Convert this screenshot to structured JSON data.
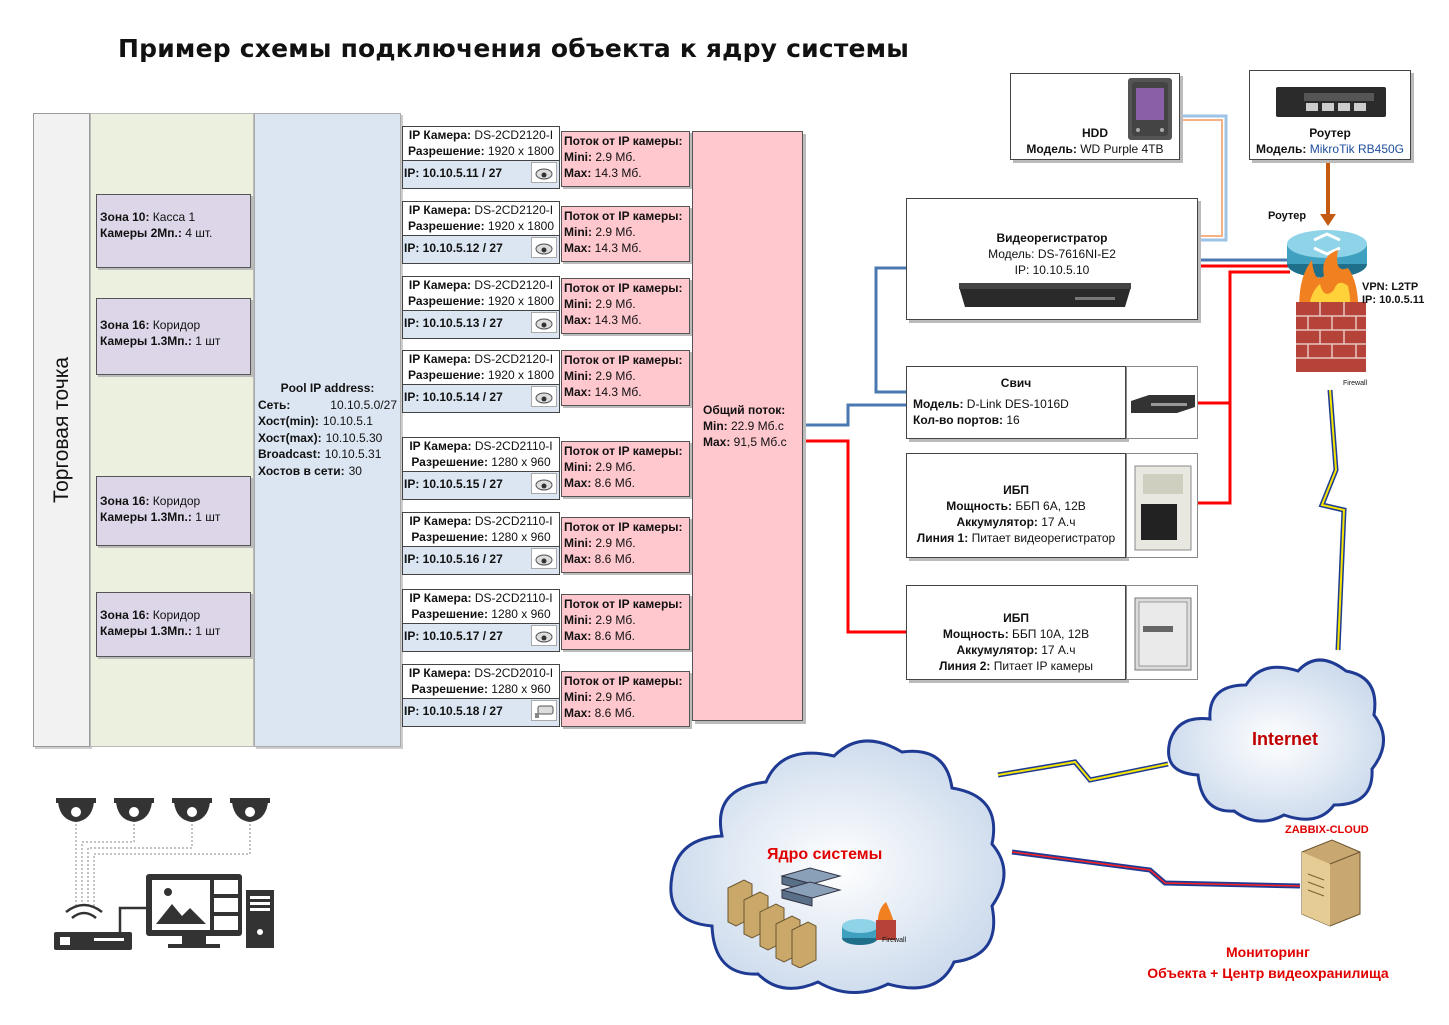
{
  "title": "Пример схемы подключения объекта к ядру системы",
  "store_label": "Торговая точка",
  "zones": [
    {
      "line1_bold": "Зона 10:",
      "line1": " Касса 1",
      "line2_bold": "Камеры 2Мп.:",
      "line2": " 4 шт."
    },
    {
      "line1_bold": "Зона 16:",
      "line1": " Коридор",
      "line2_bold": "Камеры 1.3Мп.:",
      "line2": " 1 шт"
    },
    {
      "line1_bold": "Зона 16:",
      "line1": " Коридор",
      "line2_bold": "Камеры 1.3Мп.:",
      "line2": " 1 шт"
    },
    {
      "line1_bold": "Зона 16:",
      "line1": " Коридор",
      "line2_bold": "Камеры 1.3Мп.:",
      "line2": " 1 шт"
    }
  ],
  "pool": {
    "heading": "Pool IP address:",
    "rows": [
      {
        "label": "Сеть:",
        "value": "10.10.5.0/27"
      },
      {
        "label": "Хост(min):",
        "value": "10.10.5.1"
      },
      {
        "label": "Хост(max):",
        "value": "10.10.5.30"
      },
      {
        "label": "Broadcast:",
        "value": "10.10.5.31"
      },
      {
        "label": "Хостов в сети:",
        "value": "30"
      }
    ]
  },
  "cameras": [
    {
      "label": "IP Камера:",
      "model": " DS-2CD2120-I",
      "res_label": "Разрешение:",
      "res": " 1920 x 1800",
      "ip": "IP: 10.10.5.11 / 27"
    },
    {
      "label": "IP Камера:",
      "model": " DS-2CD2120-I",
      "res_label": "Разрешение:",
      "res": " 1920 x 1800",
      "ip": "IP: 10.10.5.12 / 27"
    },
    {
      "label": "IP Камера:",
      "model": " DS-2CD2120-I",
      "res_label": "Разрешение:",
      "res": " 1920 x 1800",
      "ip": "IP: 10.10.5.13 / 27"
    },
    {
      "label": "IP Камера:",
      "model": " DS-2CD2120-I",
      "res_label": "Разрешение:",
      "res": " 1920 x 1800",
      "ip": "IP: 10.10.5.14 / 27"
    },
    {
      "label": "IP Камера:",
      "model": " DS-2CD2110-I",
      "res_label": "Разрешение:",
      "res": " 1280 x 960",
      "ip": "IP: 10.10.5.15 / 27"
    },
    {
      "label": "IP Камера:",
      "model": " DS-2CD2110-I",
      "res_label": "Разрешение:",
      "res": " 1280 x 960",
      "ip": "IP: 10.10.5.16 / 27"
    },
    {
      "label": "IP Камера:",
      "model": " DS-2CD2110-I",
      "res_label": "Разрешение:",
      "res": " 1280 x 960",
      "ip": "IP: 10.10.5.17 / 27"
    },
    {
      "label": "IP Камера:",
      "model": " DS-2CD2010-I",
      "res_label": "Разрешение:",
      "res": " 1280 x 960",
      "ip": "IP: 10.10.5.18 / 27"
    }
  ],
  "flows": [
    {
      "head": "Поток от IP камеры:",
      "min_label": "Mini:",
      "min": " 2.9 Мб.",
      "max_label": "Max:",
      "max": " 14.3 Мб."
    },
    {
      "head": "Поток от IP камеры:",
      "min_label": "Mini:",
      "min": " 2.9 Мб.",
      "max_label": "Max:",
      "max": " 14.3 Мб."
    },
    {
      "head": "Поток от IP камеры:",
      "min_label": "Mini:",
      "min": " 2.9 Мб.",
      "max_label": "Max:",
      "max": " 14.3 Мб."
    },
    {
      "head": "Поток от IP камеры:",
      "min_label": "Mini:",
      "min": " 2.9 Мб.",
      "max_label": "Max:",
      "max": " 14.3 Мб."
    },
    {
      "head": "Поток от IP камеры:",
      "min_label": "Mini:",
      "min": " 2.9 Мб.",
      "max_label": "Max:",
      "max": " 8.6 Мб."
    },
    {
      "head": "Поток от IP камеры:",
      "min_label": "Mini:",
      "min": " 2.9 Мб.",
      "max_label": "Max:",
      "max": " 8.6 Мб."
    },
    {
      "head": "Поток от IP камеры:",
      "min_label": "Mini:",
      "min": " 2.9 Мб.",
      "max_label": "Max:",
      "max": " 8.6 Мб."
    },
    {
      "head": "Поток от IP камеры:",
      "min_label": "Mini:",
      "min": " 2.9 Мб.",
      "max_label": "Max:",
      "max": " 8.6 Мб."
    }
  ],
  "total": {
    "head": "Общий поток:",
    "min_label": "Min:",
    "min": " 22.9 Мб.с",
    "max_label": "Max:",
    "max": " 91,5 Мб.с"
  },
  "hdd": {
    "name": "HDD",
    "model_label": "Модель:",
    "model": " WD Purple 4TB"
  },
  "router_box": {
    "name": "Роутер",
    "model_label": "Модель:",
    "model": " MikroTik RB450G"
  },
  "router_icon_label": "Роутер",
  "vpn": {
    "line1": "VPN: L2TP",
    "line2": "IP: 10.0.5.11"
  },
  "firewall_label": "Firewall",
  "nvr": {
    "name": "Видеорегистратор",
    "model": "Модель: DS-7616NI-E2",
    "ip": "IP: 10.10.5.10"
  },
  "switch": {
    "name": "Свич",
    "model_label": "Модель:",
    "model": " D-Link DES-1016D",
    "ports_label": "Кол-во портов:",
    "ports": " 16"
  },
  "ups1": {
    "name": "ИБП",
    "power_label": "Мощность:",
    "power": " ББП 6А, 12В",
    "bat_label": "Аккумулятор:",
    "bat": " 17 А.ч",
    "line_label": "Линия 1:",
    "line": " Питает видеорегистратор"
  },
  "ups2": {
    "name": "ИБП",
    "power_label": "Мощность:",
    "power": " ББП 10А, 12В",
    "bat_label": "Аккумулятор:",
    "bat": " 17 А.ч",
    "line_label": "Линия 2:",
    "line": " Питает IP камеры"
  },
  "internet_label": "Internet",
  "core_label": "Ядро системы",
  "core_firewall_label": "Firewall",
  "zabbix_label": "ZABBIX-CLOUD",
  "monitoring": {
    "line1": "Мониторинг",
    "line2": "Объекта + Центр видеохранилища"
  },
  "colors": {
    "red_line": "#ff0000",
    "blue_line": "#4a78b0",
    "lightning": "#f5e400",
    "flow_bg": "#ffc7ce",
    "pool_bg": "#dce6f2",
    "zone_bg": "#dcd6e8"
  }
}
